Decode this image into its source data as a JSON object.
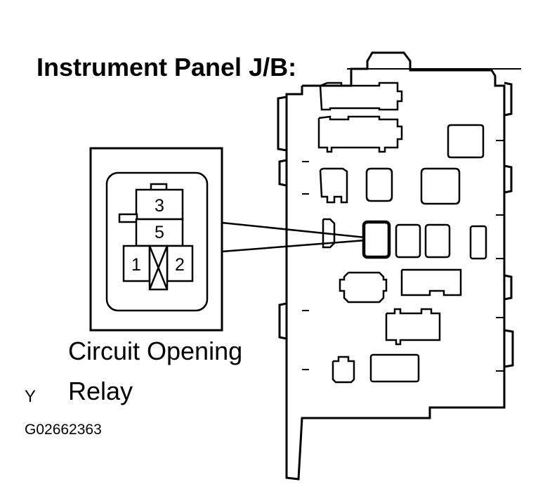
{
  "title": "Instrument Panel J/B:",
  "relay_label": {
    "line1": "Circuit Opening",
    "line2": "Relay"
  },
  "relay_pins": {
    "top": "3",
    "middle": "5",
    "left": "1",
    "right": "2"
  },
  "location_marker": "Y",
  "figure_id": "G02662363",
  "colors": {
    "ink": "#000000",
    "paper": "#ffffff"
  }
}
